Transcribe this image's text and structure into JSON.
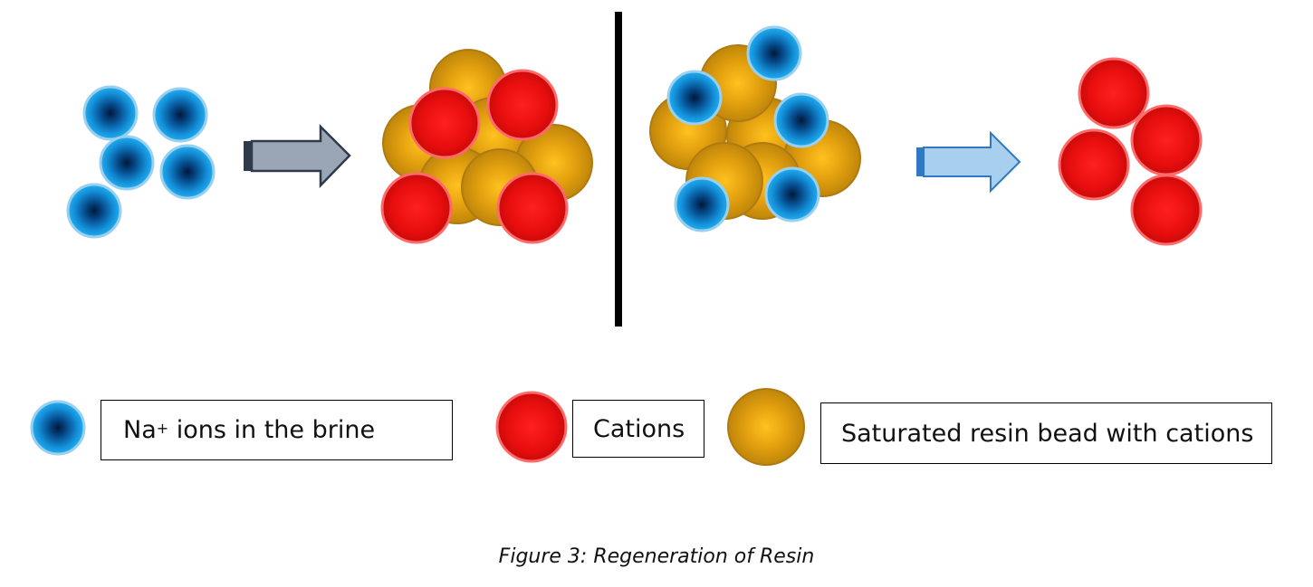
{
  "diagram": {
    "legend": {
      "na_ion": {
        "prefix": "Na",
        "superscript": "+",
        "suffix": " ions in the brine",
        "icon": "blue-sodium-ion-sphere"
      },
      "cation": {
        "label": "Cations",
        "icon": "red-cation-sphere"
      },
      "resin": {
        "label": "Saturated resin bead with cations",
        "icon": "gold-resin-bead-sphere"
      }
    },
    "caption": "Figure 3: Regeneration of Resin",
    "colors": {
      "na_ion_center": "#02183a",
      "na_ion_edge": "#1aa7ee",
      "na_ion_outline": "#9ad0ef",
      "cation_center": "#ff1a1a",
      "cation_edge": "#d10b0b",
      "cation_outline": "#ff6a6a",
      "resin_center": "#ffb81c",
      "resin_edge": "#c48a0b",
      "resin_outline": "#b07a10",
      "arrow_left_fill": "#9aa6b6",
      "arrow_left_stroke": "#2f3a4a",
      "arrow_right_fill": "#a9cfef",
      "arrow_right_stroke": "#2f78c4",
      "divider": "#000000"
    }
  }
}
